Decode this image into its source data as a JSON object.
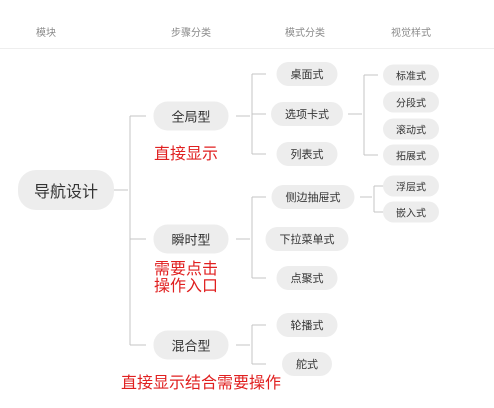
{
  "headers": {
    "module": "模块",
    "steps": "步骤分类",
    "mode": "模式分类",
    "style": "视觉样式"
  },
  "root": "导航设计",
  "groups": {
    "global": {
      "label": "全局型",
      "annotation": "直接显示",
      "modes": {
        "desktop": "桌面式",
        "tabcard": "选项卡式",
        "list": "列表式"
      },
      "styles": {
        "standard": "标准式",
        "segmented": "分段式",
        "scroll": "滚动式",
        "expand": "拓展式"
      }
    },
    "instant": {
      "label": "瞬时型",
      "annotation_line1": "需要点击",
      "annotation_line2": "操作入口",
      "modes": {
        "drawer": "侧边抽屉式",
        "dropdown": "下拉菜单式",
        "focus": "点聚式"
      },
      "styles": {
        "floating": "浮层式",
        "embedded": "嵌入式"
      }
    },
    "mixed": {
      "label": "混合型",
      "modes": {
        "carousel": "轮播式",
        "rudder": "舵式"
      }
    }
  },
  "footer_annotation": "直接显示结合需要操作"
}
